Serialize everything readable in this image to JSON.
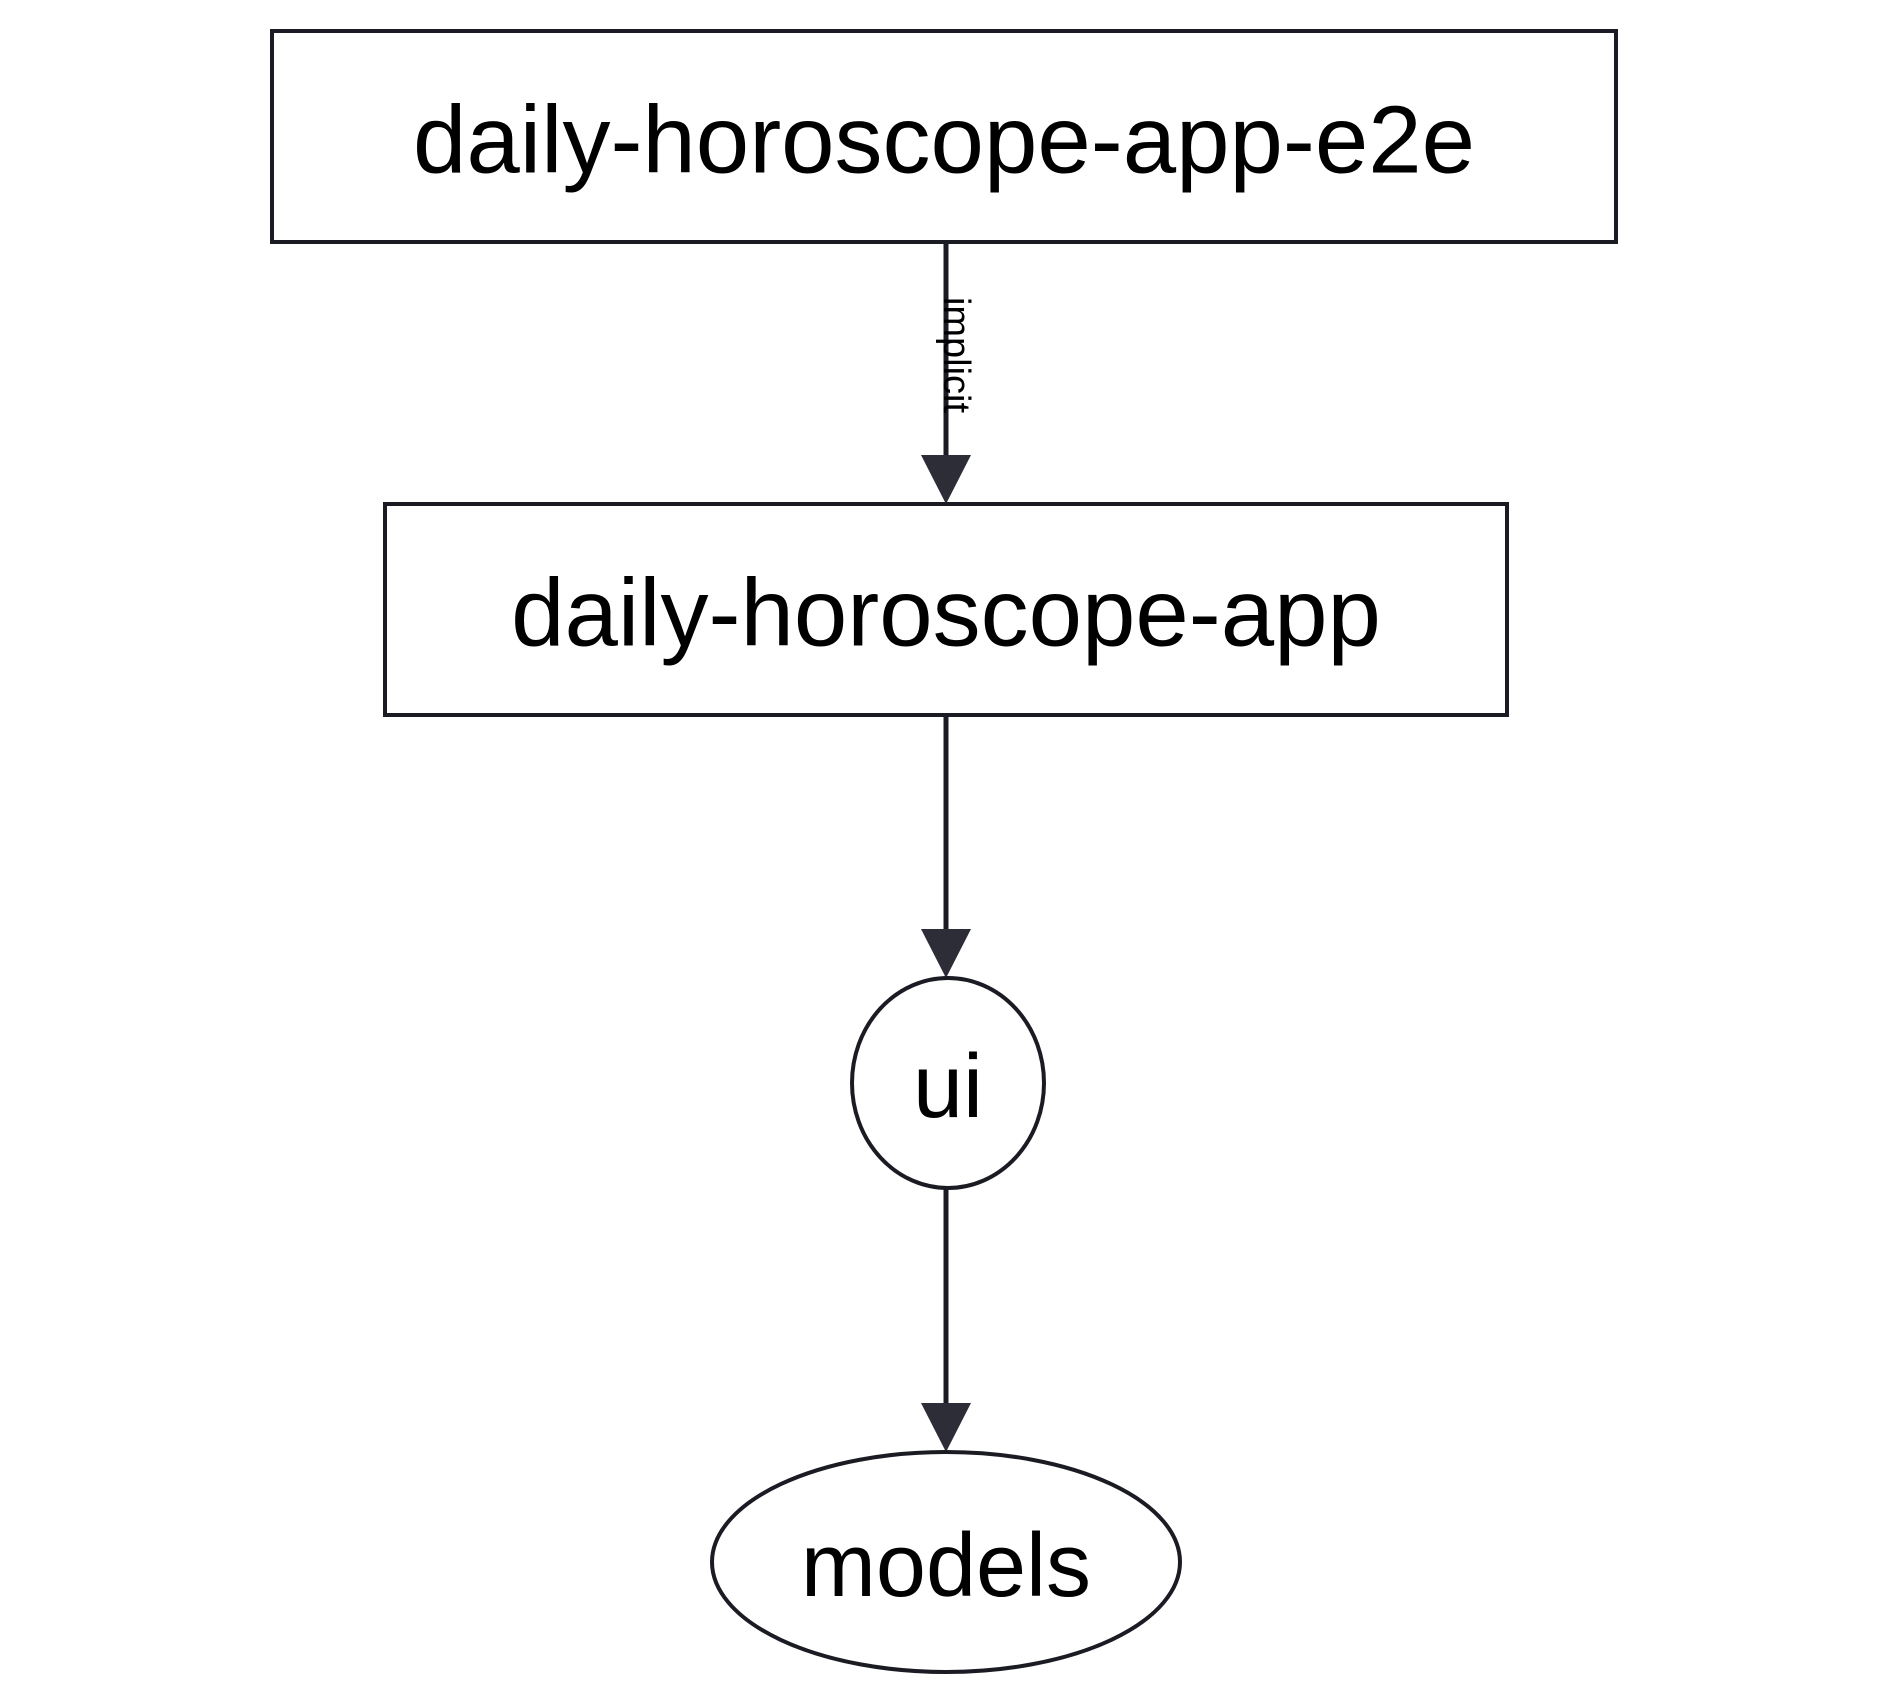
{
  "diagram": {
    "type": "dependency-graph",
    "direction": "top-to-bottom",
    "background_color": "#ffffff",
    "stroke_color": "#1b1b24",
    "text_color": "#000000",
    "nodes": [
      {
        "id": "daily-horoscope-app-e2e",
        "label": "daily-horoscope-app-e2e",
        "shape": "rectangle"
      },
      {
        "id": "daily-horoscope-app",
        "label": "daily-horoscope-app",
        "shape": "rectangle"
      },
      {
        "id": "ui",
        "label": "ui",
        "shape": "ellipse"
      },
      {
        "id": "models",
        "label": "models",
        "shape": "ellipse"
      }
    ],
    "edges": [
      {
        "from": "daily-horoscope-app-e2e",
        "to": "daily-horoscope-app",
        "label": "implicit",
        "label_rotated": true
      },
      {
        "from": "daily-horoscope-app",
        "to": "ui",
        "label": ""
      },
      {
        "from": "ui",
        "to": "models",
        "label": ""
      }
    ]
  }
}
